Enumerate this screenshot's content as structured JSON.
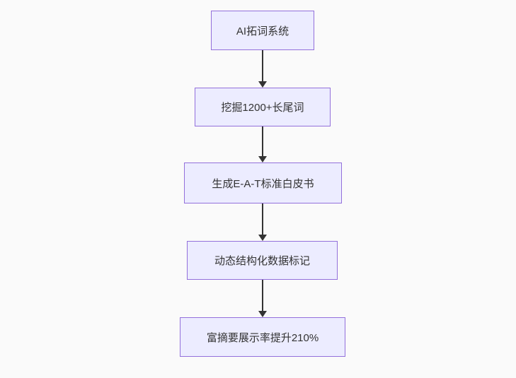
{
  "diagram": {
    "type": "flowchart",
    "direction": "top-down",
    "nodes": [
      {
        "id": "step-1",
        "label": "AI拓词系统"
      },
      {
        "id": "step-2",
        "label": "挖掘1200+长尾词"
      },
      {
        "id": "step-3",
        "label": "生成E-A-T标准白皮书"
      },
      {
        "id": "step-4",
        "label": "动态结构化数据标记"
      },
      {
        "id": "step-5",
        "label": "富摘要展示率提升210%"
      }
    ],
    "edges": [
      {
        "from": "step-1",
        "to": "step-2"
      },
      {
        "from": "step-2",
        "to": "step-3"
      },
      {
        "from": "step-3",
        "to": "step-4"
      },
      {
        "from": "step-4",
        "to": "step-5"
      }
    ],
    "colors": {
      "node_fill": "#ECECFF",
      "node_border": "#9370DB",
      "edge": "#333333",
      "text": "#333333",
      "background": "#FAFAFA"
    }
  }
}
